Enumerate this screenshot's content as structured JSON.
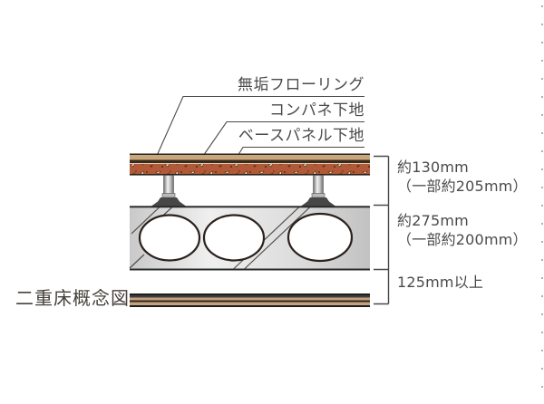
{
  "caption": "二重床概念図",
  "layer_labels": {
    "flooring": "無垢フローリング",
    "plywood_subfloor": "コンパネ下地",
    "base_panel_subfloor": "ベースパネル下地"
  },
  "dimensions": {
    "floor_assembly": {
      "main": "約130mm",
      "sub": "（一部約205mm）"
    },
    "slab": {
      "main": "約275mm",
      "sub": "（一部約200mm）"
    },
    "ceiling_space": {
      "main": "125mm以上"
    }
  },
  "colors": {
    "flooring_tan": "#c9a77b",
    "subfloor_dark_brown": "#3a2a1e",
    "base_panel_red": "#b25938",
    "slab_gray": "#d9d9d9",
    "support_dark_gray": "#474747",
    "line_dark": "#2b2118",
    "text_gray": "#4a4a4a",
    "edge_dot": "#b3aac2"
  }
}
